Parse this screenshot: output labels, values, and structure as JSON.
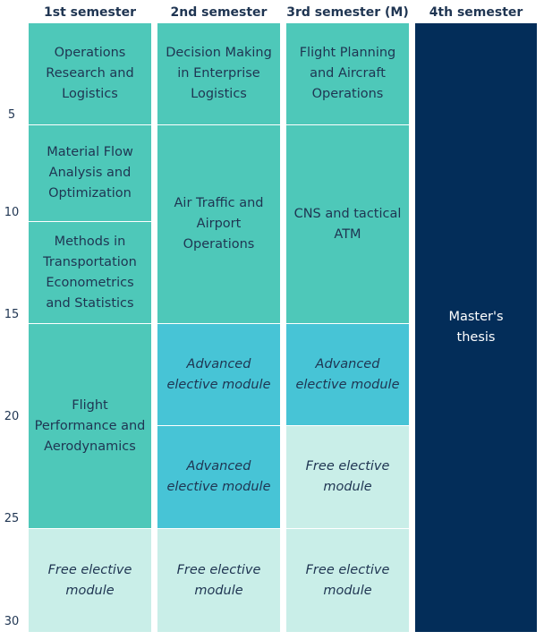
{
  "headers": [
    "1st semester",
    "2nd semester",
    "3rd semester (M)",
    "4th semester"
  ],
  "ticks": [
    "5",
    "10",
    "15",
    "20",
    "25",
    "30"
  ],
  "col1": {
    "c1": "Operations Research and Logistics",
    "c2": "Material Flow Analysis and Optimization",
    "c3": "Methods in Transportation Econometrics and Statistics",
    "c4": "Flight Performance and Aerodynamics",
    "c5": "Free elective module"
  },
  "col2": {
    "c1": "Decision Making in Enterprise Logistics",
    "c2": "Air Traffic and Airport Operations",
    "c3": "Advanced elective module",
    "c4": "Advanced elective module",
    "c5": "Free elective module"
  },
  "col3": {
    "c1": "Flight Planning and Aircraft Operations",
    "c2": "CNS and tactical ATM",
    "c3": "Advanced elective module",
    "c4": "Free elective module",
    "c5": "Free elective module"
  },
  "col4": {
    "c1": "Master's thesis"
  },
  "colors": {
    "mandatory": "#4ec8b9",
    "advanced_elective": "#47c4d6",
    "free_elective": "#c9eee8",
    "thesis": "#032d59",
    "text": "#1f3552"
  }
}
